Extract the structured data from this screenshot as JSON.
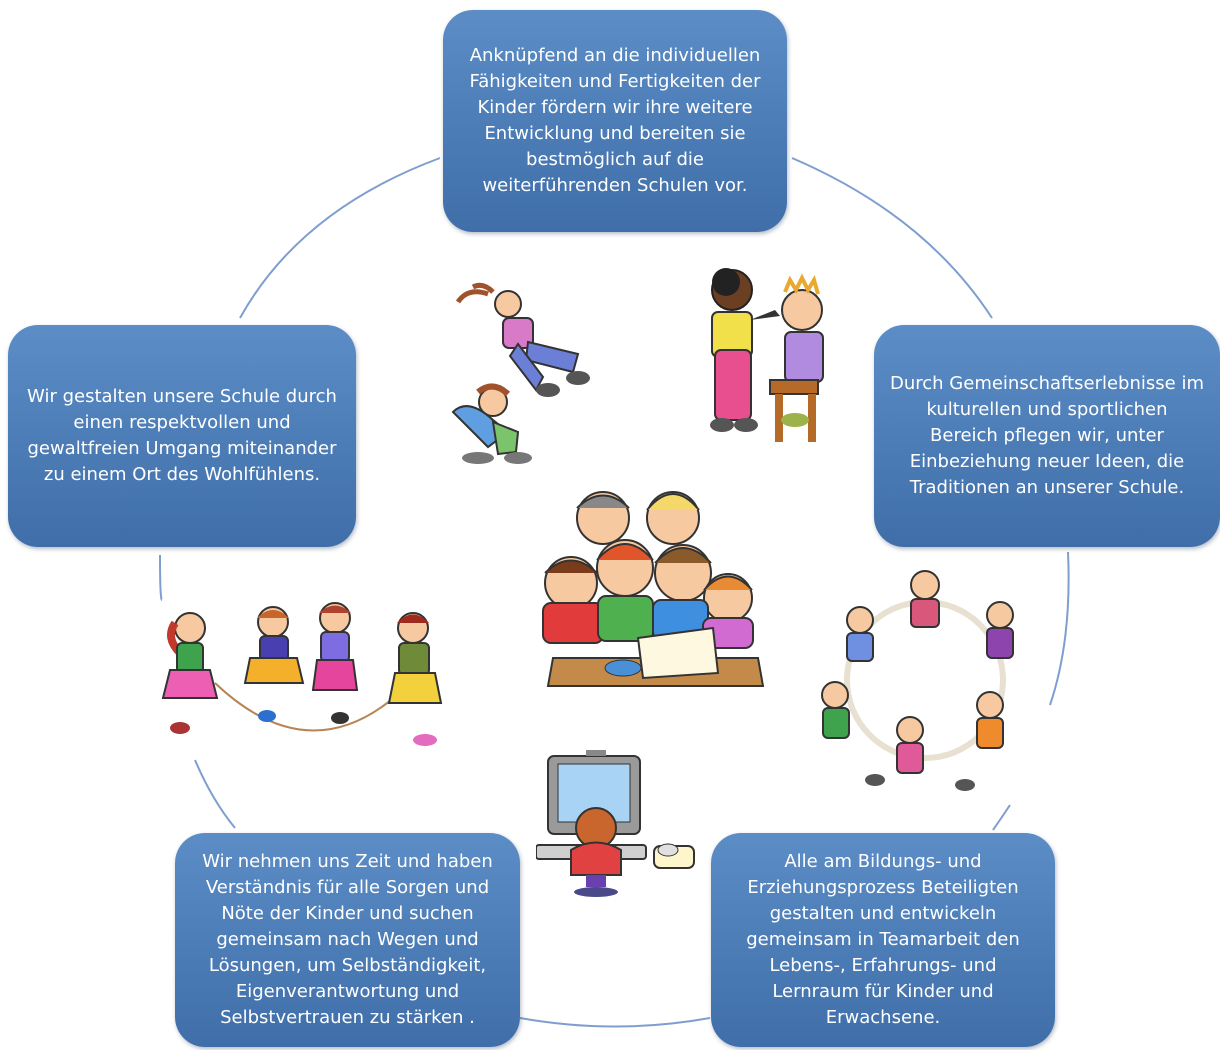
{
  "diagram": {
    "ring_color": "#7f9ed0",
    "box_color": "#4a7bb8",
    "boxes": {
      "top": "Anknüpfend an die individuellen Fähigkeiten und Fertigkeiten der Kinder fördern wir ihre weitere Entwicklung und bereiten sie bestmöglich auf die weiterführenden Schulen vor.",
      "right": "Durch Gemeinschaftserlebnisse im kulturellen und sportlichen Bereich pflegen wir, unter Einbeziehung neuer Ideen, die Traditionen an unserer Schule.",
      "bottom_right": "Alle am Bildungs- und Erziehungsprozess Beteiligten gestalten und entwickeln gemeinsam in Teamarbeit den Lebens-, Erfahrungs- und Lernraum für Kinder und Erwachsene.",
      "bottom_left": "Wir nehmen uns Zeit und haben Verständnis für alle Sorgen und Nöte der Kinder und suchen gemeinsam nach Wegen und Lösungen, um Selbständigkeit, Eigenverantwortung und Selbstvertrauen zu stärken .",
      "left": "Wir gestalten unsere Schule durch einen respektvollen und gewaltfreien Umgang miteinander zu einem Ort des Wohlfühlens."
    },
    "illustrations": [
      "children-leapfrog-clipart",
      "children-painting-clipart",
      "classroom-children-clipart",
      "children-jump-rope-clipart",
      "children-circle-dance-clipart",
      "child-at-computer-clipart"
    ]
  }
}
